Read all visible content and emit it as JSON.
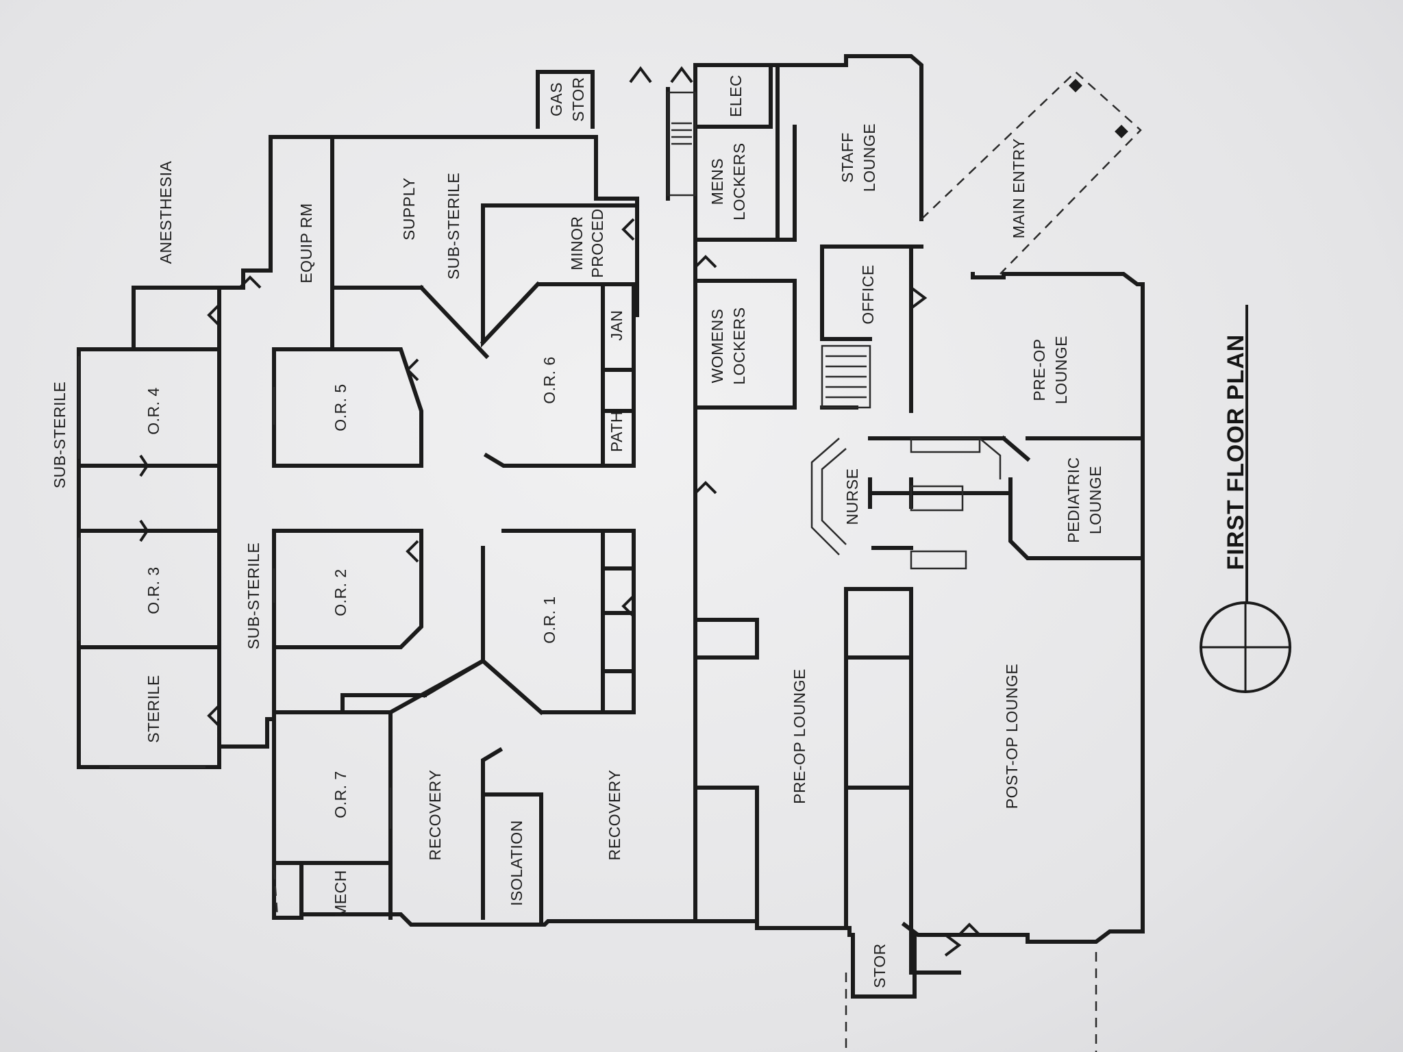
{
  "plan_title": "FIRST FLOOR PLAN",
  "rooms": {
    "or1": "O.R. 1",
    "or2": "O.R. 2",
    "or3": "O.R. 3",
    "or4": "O.R. 4",
    "or5": "O.R. 5",
    "or6": "O.R. 6",
    "or7": "O.R. 7",
    "sterile": "STERILE",
    "sub_sterile_top": "SUB-STERILE",
    "sub_sterile_mid": "SUB-STERILE",
    "sub_sterile_supply": "SUB-STERILE",
    "anesthesia": "ANESTHESIA",
    "equip_rm": "EQUIP RM",
    "supply": "SUPPLY",
    "gas_stor_1": "GAS",
    "gas_stor_2": "STOR",
    "minor_proced_1": "MINOR",
    "minor_proced_2": "PROCED",
    "jan": "JAN",
    "path": "PATH",
    "elec": "ELEC",
    "mens_lockers_1": "MENS",
    "mens_lockers_2": "LOCKERS",
    "womens_lockers_1": "WOMENS",
    "womens_lockers_2": "LOCKERS",
    "staff_lounge_1": "STAFF",
    "staff_lounge_2": "LOUNGE",
    "office": "OFFICE",
    "main_entry": "MAIN ENTRY",
    "preop_lounge_top_1": "PRE-OP",
    "preop_lounge_top_2": "LOUNGE",
    "pediatric_lounge_1": "PEDIATRIC",
    "pediatric_lounge_2": "LOUNGE",
    "nurse": "NURSE",
    "preop_lounge": "PRE-OP LOUNGE",
    "postop_lounge": "POST-OP LOUNGE",
    "recovery_1": "RECOVERY",
    "recovery_2": "RECOVERY",
    "isolation": "ISOLATION",
    "mech": "MECH",
    "stor": "STOR"
  }
}
